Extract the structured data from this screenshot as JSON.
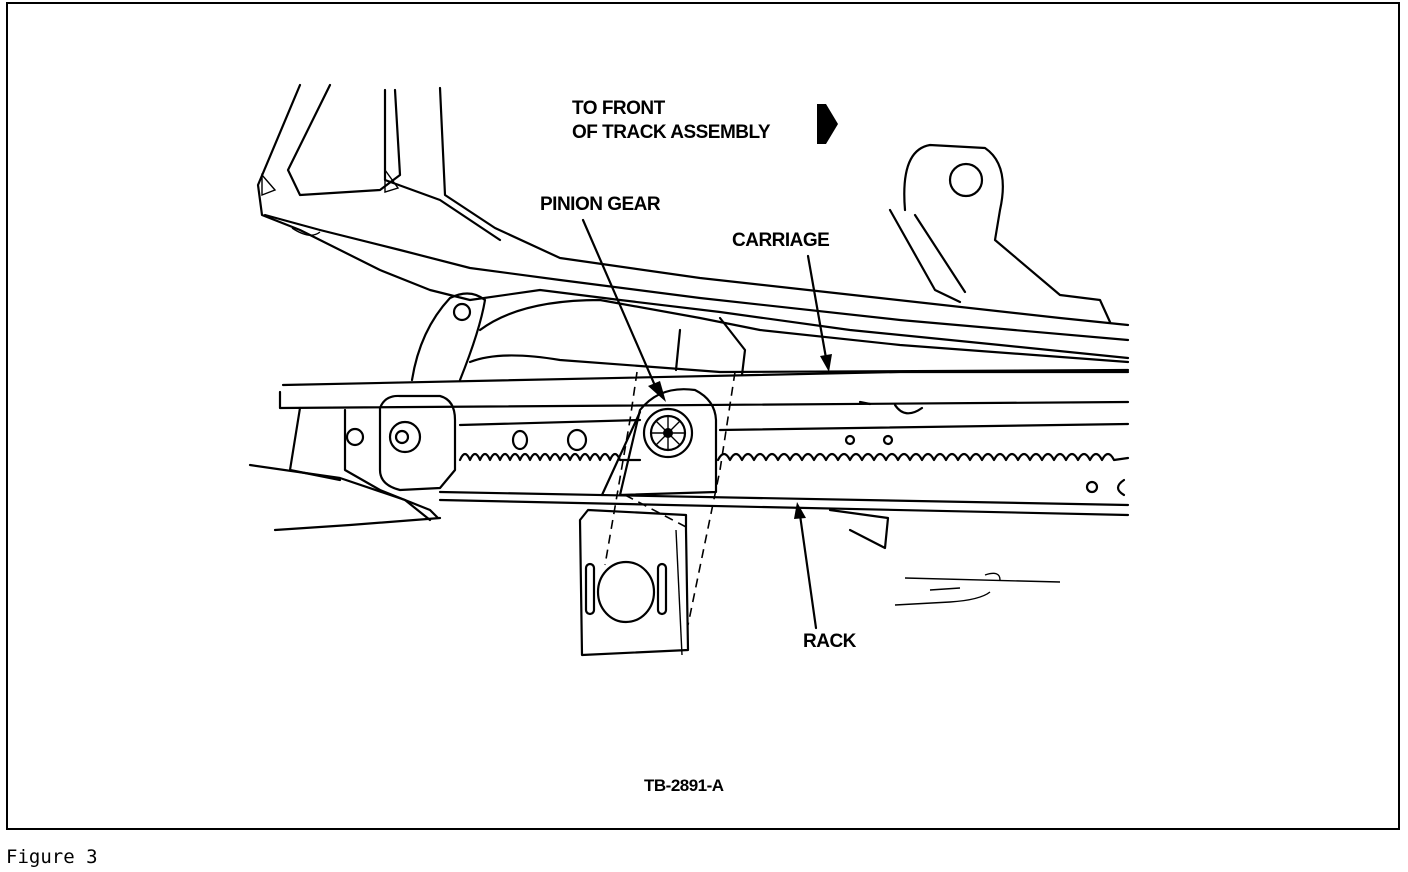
{
  "labels": {
    "front_line1": "TO FRONT",
    "front_line2": "OF TRACK ASSEMBLY",
    "pinion_gear": "PINION GEAR",
    "carriage": "CARRIAGE",
    "rack": "RACK",
    "drawing_code": "TB-2891-A"
  },
  "caption": "Figure 3",
  "icons": {
    "direction_arrow": "right-arrow-icon"
  },
  "colors": {
    "ink": "#000000",
    "background": "#ffffff"
  }
}
